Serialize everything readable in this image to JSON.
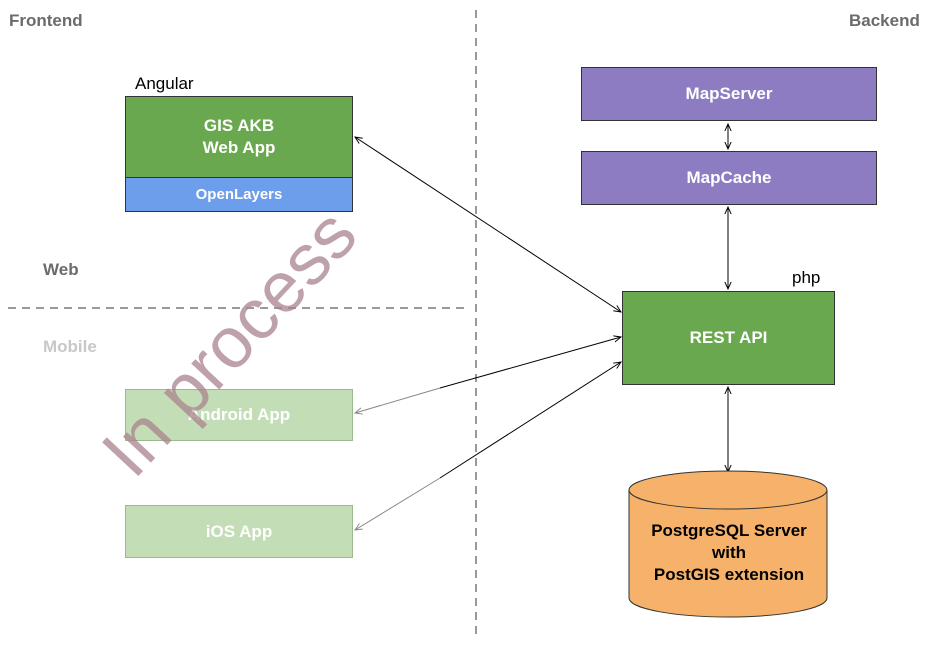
{
  "sections": {
    "frontend": "Frontend",
    "backend": "Backend",
    "web": "Web",
    "mobile": "Mobile"
  },
  "tech_labels": {
    "angular": "Angular",
    "php": "php"
  },
  "nodes": {
    "web_app": "GIS AKB\nWeb App",
    "openlayers": "OpenLayers",
    "android_app": "Android App",
    "ios_app": "iOS App",
    "mapserver": "MapServer",
    "mapcache": "MapCache",
    "rest_api": "REST API",
    "database": "PostgreSQL Server\nwith\nPostGIS extension"
  },
  "watermark": "In process",
  "colors": {
    "green": "#6aa84f",
    "blue": "#6d9eeb",
    "purple": "#8e7cc3",
    "orange": "#f6b26b",
    "faded_green": "#c3deb7",
    "divider": "#999999"
  }
}
